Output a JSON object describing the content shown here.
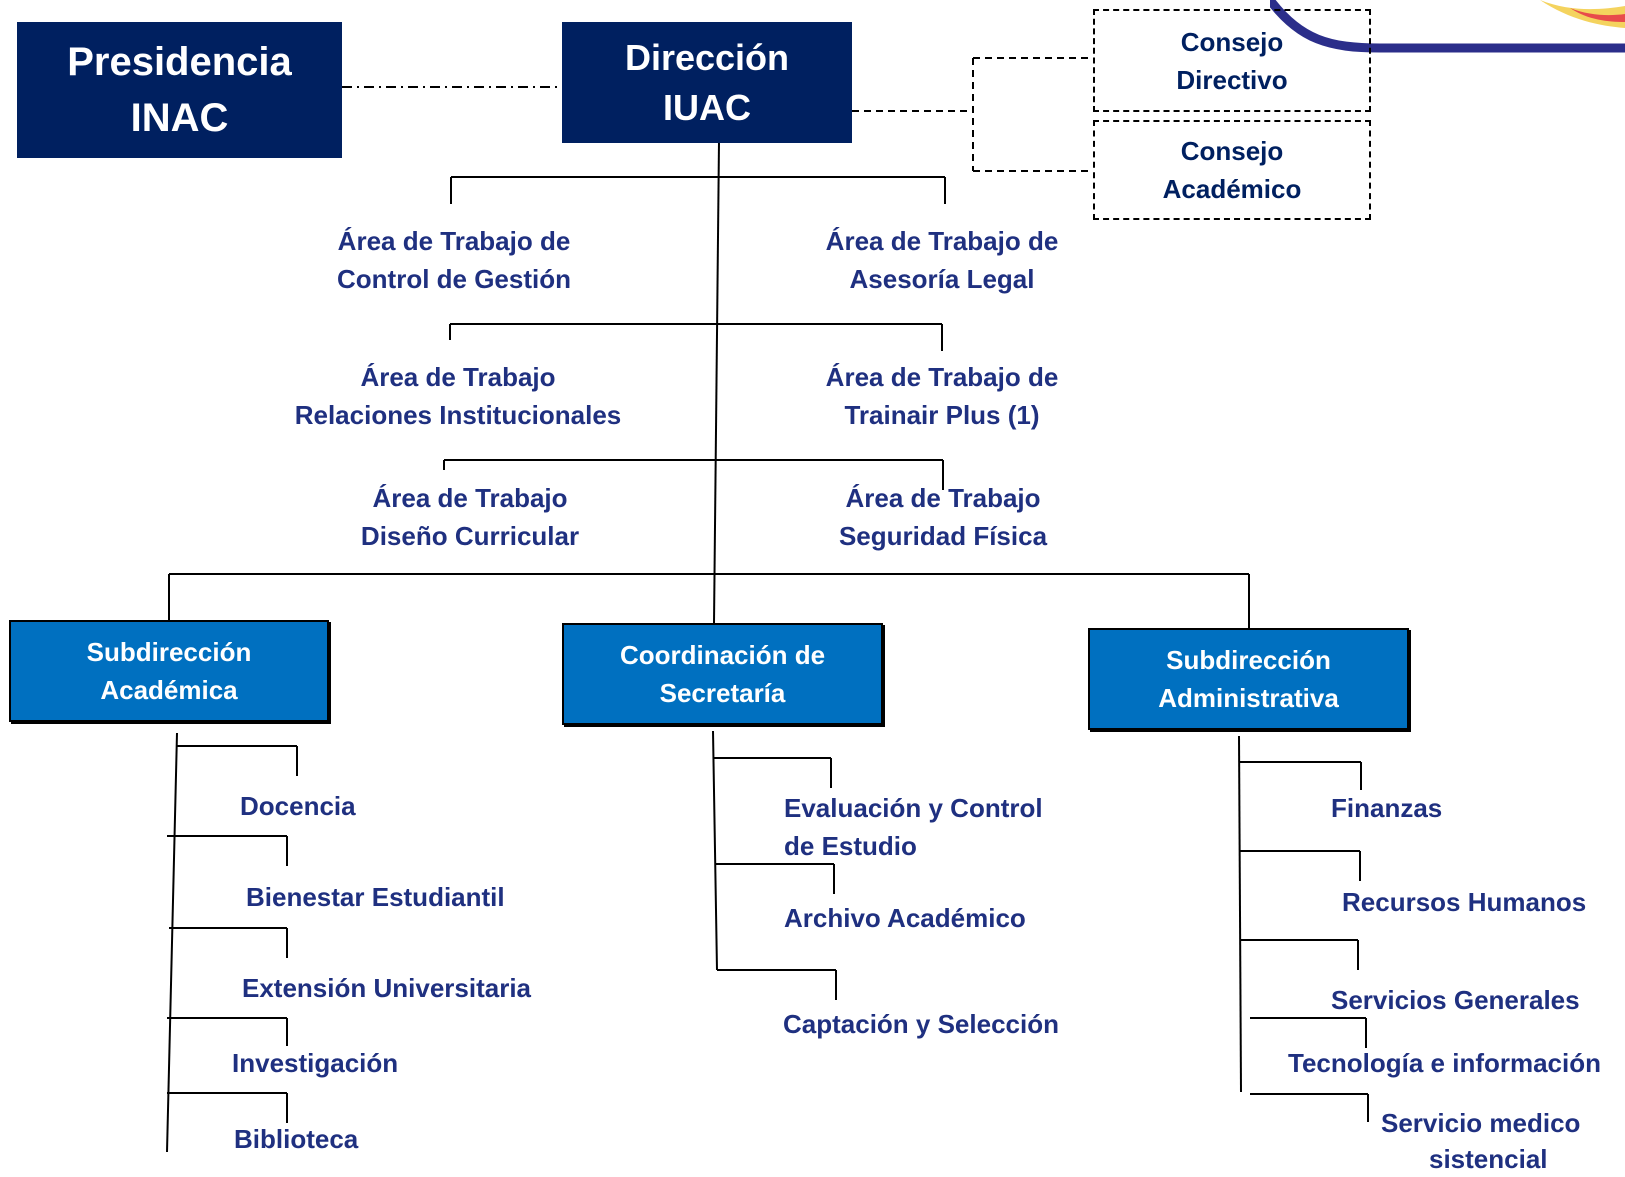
{
  "top": {
    "presidencia": [
      "Presidencia",
      "INAC"
    ],
    "direccion": [
      "Dirección",
      "IUAC"
    ]
  },
  "councils": {
    "directivo": [
      "Consejo",
      "Directivo"
    ],
    "academico": [
      "Consejo",
      "Académico"
    ]
  },
  "staff_areas": {
    "control_gestion": [
      "Área de Trabajo de",
      "Control  de Gestión"
    ],
    "asesoria_legal": [
      "Área de Trabajo de",
      "Asesoría Legal"
    ],
    "relaciones": [
      "Área de Trabajo",
      "Relaciones Institucionales"
    ],
    "trainair": [
      "Área de Trabajo de",
      "Trainair Plus (1)"
    ],
    "diseno": [
      "Área de Trabajo",
      "Diseño Curricular"
    ],
    "seguridad": [
      "Área de Trabajo",
      "Seguridad Física"
    ]
  },
  "units": {
    "academica": {
      "title": [
        "Subdirección",
        "Académica"
      ],
      "items": [
        "Docencia",
        "Bienestar  Estudiantil",
        "Extensión Universitaria",
        "Investigación",
        "Biblioteca"
      ]
    },
    "secretaria": {
      "title": [
        "Coordinación de",
        "Secretaría"
      ],
      "items": [
        "Evaluación y Control",
        "de Estudio",
        "Archivo  Académico",
        "Captación  y Selección"
      ]
    },
    "administrativa": {
      "title": [
        "Subdirección",
        "Administrativa"
      ],
      "items": [
        "Finanzas",
        "Recursos  Humanos",
        "Servicios  Generales",
        "Tecnología e información",
        "Servicio medico",
        "sistencial"
      ]
    }
  },
  "colors": {
    "dark_box": "#002060",
    "mid_box": "#0070C0",
    "label_text": "#1f3080",
    "swoosh": "#2b2e8a"
  }
}
